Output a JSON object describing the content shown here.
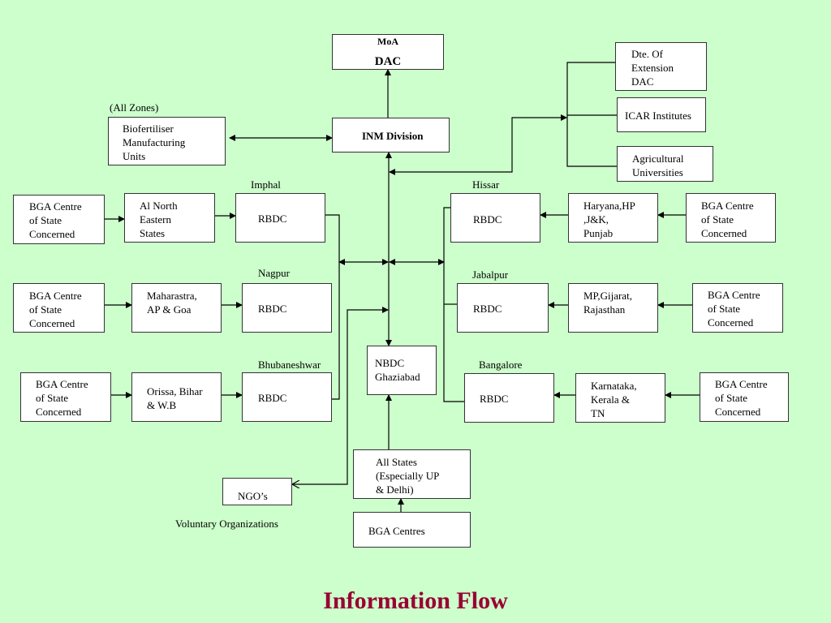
{
  "title": "Information Flow",
  "colors": {
    "background": "#ccffcc",
    "title": "#990033",
    "line": "#000000"
  },
  "nodes": {
    "moa_top": "MoA",
    "moa_dac": "DAC",
    "inm": "INM Division",
    "dte": "Dte. Of\nExtension\nDAC",
    "icar": "ICAR Institutes",
    "agri": "Agricultural\nUniversities",
    "biofert": "Biofertiliser\nManufacturing\nUnits",
    "bga_l1": "BGA Centre\nof State\nConcerned",
    "ne": "Al North\nEastern\nStates",
    "rbdc_imphal": "RBDC",
    "bga_l2": "BGA Centre\nof State\nConcerned",
    "maha": "Maharastra,\nAP & Goa",
    "rbdc_nagpur": "RBDC",
    "bga_l3": "BGA Centre\nof State\nConcerned",
    "orissa": "Orissa, Bihar\n& W.B",
    "rbdc_bhub": "RBDC",
    "nbdc": "NBDC\nGhaziabad",
    "rbdc_hissar": "RBDC",
    "haryana": "Haryana,HP\n,J&K,\nPunjab",
    "bga_r1": "BGA Centre\nof State\nConcerned",
    "rbdc_jabalpur": "RBDC",
    "mp": "MP,Gijarat,\nRajasthan",
    "bga_r2": "BGA Centre\nof State\nConcerned",
    "rbdc_bangalore": "RBDC",
    "karnataka": "Karnataka,\nKerala &\nTN",
    "bga_r3": "BGA Centre\nof State\nConcerned",
    "allstates": "All States\n(Especially UP\n& Delhi)",
    "bga_centres": "BGA Centres",
    "ngo": "NGO’s"
  },
  "labels": {
    "all_zones": "(All Zones)",
    "imphal": "Imphal",
    "nagpur": "Nagpur",
    "bhubaneshwar": "Bhubaneshwar",
    "hissar": "Hissar",
    "jabalpur": "Jabalpur",
    "bangalore": "Bangalore",
    "voluntary": "Voluntary Organizations"
  }
}
